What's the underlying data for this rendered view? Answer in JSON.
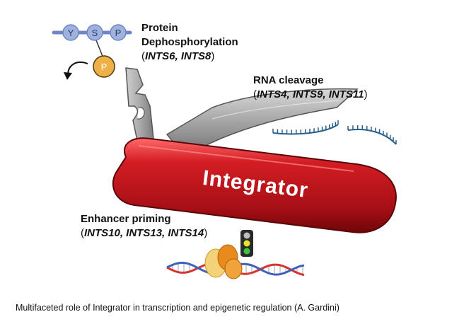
{
  "labels": {
    "dephos": {
      "title_line1": "Protein",
      "title_line2": "Dephosphorylation",
      "genes": "INTS6, INTS8"
    },
    "cleavage": {
      "title": "RNA cleavage",
      "genes": "INTS4, INTS9, INTS11"
    },
    "enhancer": {
      "title": "Enhancer priming",
      "genes": "INTS10, INTS13, INTS14"
    }
  },
  "knife": {
    "label": "Integrator"
  },
  "peptide": {
    "residues": [
      "Y",
      "S",
      "P"
    ],
    "phospho": "P"
  },
  "caption": "Multifaceted role of Integrator in transcription and epigenetic regulation (A. Gardini)",
  "colors": {
    "knife_red": "#c0141b",
    "blade_grey": "#9a9a9a",
    "rna_blue": "#2a5f8a",
    "residue_blue": "#9fb2de",
    "phospho_orange": "#f0b048",
    "dna_red": "#d8342e",
    "dna_blue": "#3f62b8"
  }
}
